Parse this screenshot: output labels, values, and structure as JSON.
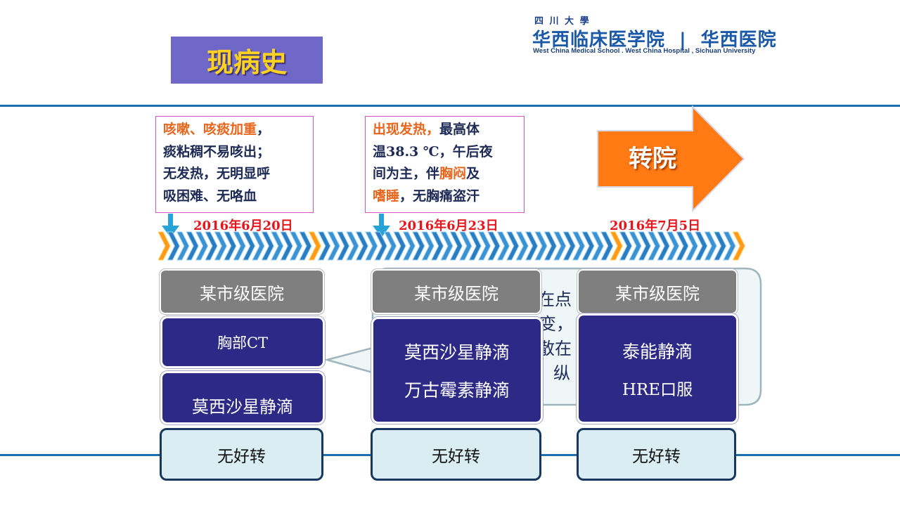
{
  "header": {
    "title": "现病史"
  },
  "logo": {
    "university": "四 川 大 學",
    "main_a": "华西临床医学院",
    "separator": "|",
    "main_b": "华西医院",
    "subtitle": "West China Medical School . West China Hospital , Sichuan University"
  },
  "notes": [
    {
      "lines": [
        [
          {
            "t": "咳嗽、咳痰加重",
            "hl": true
          },
          {
            "t": "，",
            "hl": false
          }
        ],
        [
          {
            "t": "痰粘稠不易咳出；",
            "hl": false
          }
        ],
        [
          {
            "t": "无发热，无明显呼",
            "hl": false
          }
        ],
        [
          {
            "t": "吸困难、无咯血",
            "hl": false
          }
        ]
      ]
    },
    {
      "lines": [
        [
          {
            "t": "出现发热，",
            "hl": true
          },
          {
            "t": "最高体",
            "hl": false
          }
        ],
        [
          {
            "t": "温38.3 ℃，午后夜",
            "hl": false
          }
        ],
        [
          {
            "t": "间为主，伴",
            "hl": false
          },
          {
            "t": "胸闷",
            "hl": true
          },
          {
            "t": "及",
            "hl": false
          }
        ],
        [
          {
            "t": "嗜睡",
            "hl": true
          },
          {
            "t": "，无胸痛盗汗",
            "hl": false
          }
        ]
      ]
    }
  ],
  "transfer_label": "转院",
  "dates": [
    "2016年6月20日",
    "2016年6月23日",
    "2016年7月5日"
  ],
  "callout": {
    "fragments": [
      "在点",
      "变，",
      "散在",
      "纵"
    ]
  },
  "columns": [
    {
      "hospital": "某市级医院",
      "treatments": [
        "胸部CT",
        "莫西沙星静滴"
      ],
      "result": "无好转"
    },
    {
      "hospital": "某市级医院",
      "treatments": [
        "莫西沙星静滴",
        "万古霉素静滴"
      ],
      "result": "无好转"
    },
    {
      "hospital": "某市级医院",
      "treatments": [
        "泰能静滴",
        "HRE口服"
      ],
      "result": "无好转"
    }
  ],
  "colors": {
    "title_bg": "#6f68c8",
    "title_text": "#ffd21f",
    "orange": "#e8651c",
    "date_red": "#e8141c",
    "navy": "#2c2a86",
    "arrow_orange": "#ff7a12",
    "chevron_blue": "#2f84c6"
  }
}
